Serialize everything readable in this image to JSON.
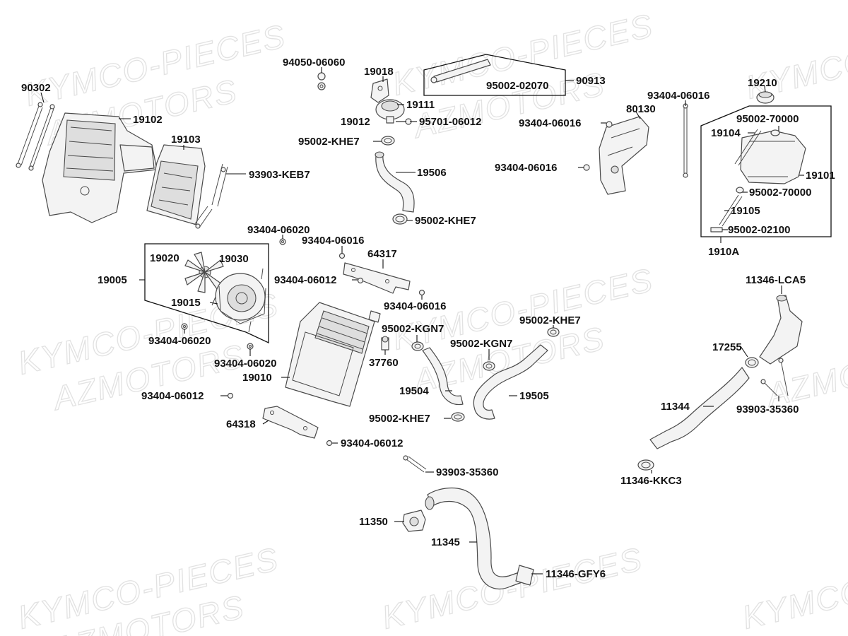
{
  "watermarks": {
    "brand_a": "KYMCO-PIECES",
    "brand_b": "AZMOTORS"
  },
  "labels": {
    "p90302": "90302",
    "p19102": "19102",
    "p19103": "19103",
    "p93903_keb7": "93903-KEB7",
    "p94050_06060": "94050-06060",
    "p19018": "19018",
    "p19111": "19111",
    "p19012": "19012",
    "p95701_06012": "95701-06012",
    "p95002_khe7_top": "95002-KHE7",
    "p19506": "19506",
    "p95002_khe7_mid": "95002-KHE7",
    "p95002_02070": "95002-02070",
    "p90913": "90913",
    "p93404_06016_r1": "93404-06016",
    "p93404_06016_r2": "93404-06016",
    "p80130": "80130",
    "p93404_06016_r3": "93404-06016",
    "p19210": "19210",
    "p95002_70000_a": "95002-70000",
    "p19104": "19104",
    "p19101": "19101",
    "p95002_70000_b": "95002-70000",
    "p19105": "19105",
    "p95002_02100": "95002-02100",
    "p1910a": "1910A",
    "p93404_06020_a": "93404-06020",
    "p93404_06016_m1": "93404-06016",
    "p64317": "64317",
    "p93404_06012_m": "93404-06012",
    "p19020": "19020",
    "p19030": "19030",
    "p19005": "19005",
    "p19015": "19015",
    "p93404_06016_m2": "93404-06016",
    "p95002_kgn7_a": "95002-KGN7",
    "p95002_khe7_r": "95002-KHE7",
    "p95002_kgn7_b": "95002-KGN7",
    "p93404_06020_b": "93404-06020",
    "p93404_06020_c": "93404-06020",
    "p37760": "37760",
    "p19010": "19010",
    "p19504": "19504",
    "p19505": "19505",
    "p93404_06012_l": "93404-06012",
    "p95002_khe7_low": "95002-KHE7",
    "p64318": "64318",
    "p93404_06012_b": "93404-06012",
    "p93903_35360_c": "93903-35360",
    "p11350": "11350",
    "p11345": "11345",
    "p11346_gfy6": "11346-GFY6",
    "p11346_lca5": "11346-LCA5",
    "p17255": "17255",
    "p11344": "11344",
    "p93903_35360_r": "93903-35360",
    "p11346_kkc3": "11346-KKC3"
  }
}
